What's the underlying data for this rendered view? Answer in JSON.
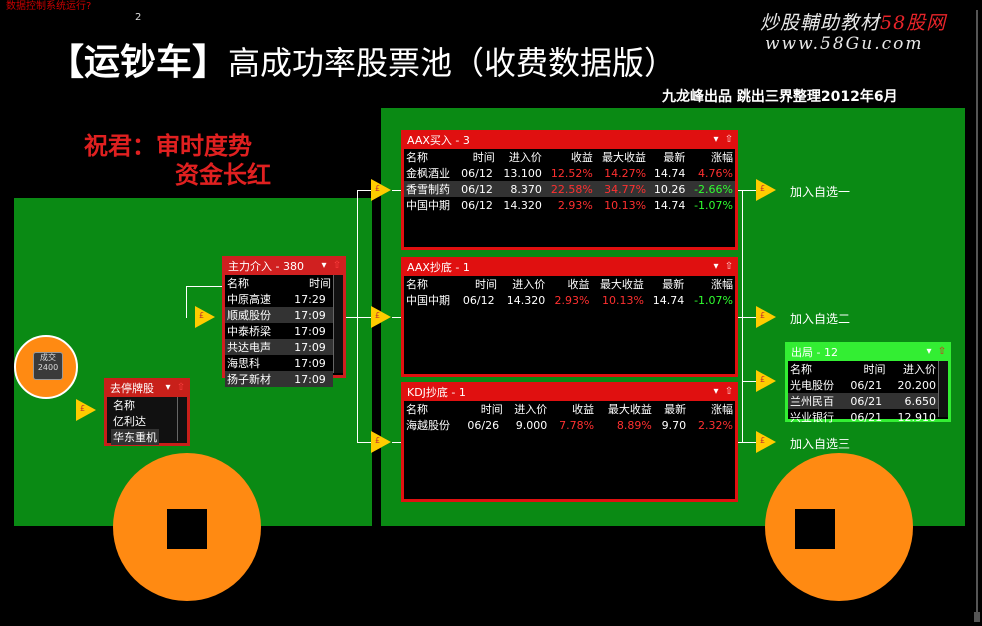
{
  "header": {
    "status_text": "数据控制系统运行?",
    "badge": "2",
    "site_name_prefix": "炒股輔助教材",
    "site_name_highlight": "58股网",
    "site_url": "www.58Gu.com",
    "title_main": "【运钞车】",
    "title_sub": "高成功率股票池（收费数据版）",
    "credit": "九龙峰出品 跳出三界整理2012年6月"
  },
  "slogan": {
    "line1": "祝君：审时度势",
    "line2": "资金长红"
  },
  "coin": {
    "label_top": "成交",
    "label_bottom": "2400"
  },
  "arrow_glyph": "£",
  "panels": {
    "remove_st": {
      "title": "去停牌股",
      "columns": [
        "名称"
      ],
      "rows": [
        [
          "亿利达"
        ],
        [
          "华东重机"
        ]
      ]
    },
    "main_force": {
      "title": "主力介入 - 380",
      "columns": [
        "名称",
        "时间"
      ],
      "rows": [
        [
          "中原高速",
          "17:29"
        ],
        [
          "顺威股份",
          "17:09"
        ],
        [
          "中泰桥梁",
          "17:09"
        ],
        [
          "共达电声",
          "17:09"
        ],
        [
          "海思科",
          "17:09"
        ],
        [
          "扬子新材",
          "17:09"
        ]
      ]
    },
    "aax_buy": {
      "title": "AAX买入 - 3",
      "columns": [
        "名称",
        "时间",
        "进入价",
        "收益",
        "最大收益",
        "最新",
        "涨幅"
      ],
      "rows": [
        [
          "金枫酒业",
          "06/12",
          "13.100",
          "12.52%",
          "14.27%",
          "14.74",
          "4.76%"
        ],
        [
          "香雪制药",
          "06/12",
          "8.370",
          "22.58%",
          "34.77%",
          "10.26",
          "-2.66%"
        ],
        [
          "中国中期",
          "06/12",
          "14.320",
          "2.93%",
          "10.13%",
          "14.74",
          "-1.07%"
        ]
      ]
    },
    "aax_bottom": {
      "title": "AAX抄底 - 1",
      "columns": [
        "名称",
        "时间",
        "进入价",
        "收益",
        "最大收益",
        "最新",
        "涨幅"
      ],
      "rows": [
        [
          "中国中期",
          "06/12",
          "14.320",
          "2.93%",
          "10.13%",
          "14.74",
          "-1.07%"
        ]
      ]
    },
    "kdj_bottom": {
      "title": "KDJ抄底 - 1",
      "columns": [
        "名称",
        "时间",
        "进入价",
        "收益",
        "最大收益",
        "最新",
        "涨幅"
      ],
      "rows": [
        [
          "海越股份",
          "06/26",
          "9.000",
          "7.78%",
          "8.89%",
          "9.70",
          "2.32%"
        ]
      ]
    },
    "exit": {
      "title": "出局 - 12",
      "columns": [
        "名称",
        "时间",
        "进入价"
      ],
      "rows": [
        [
          "光电股份",
          "06/21",
          "20.200"
        ],
        [
          "兰州民百",
          "06/21",
          "6.650"
        ],
        [
          "兴业银行",
          "06/21",
          "12.910"
        ]
      ]
    }
  },
  "add_labels": [
    "加入自选一",
    "加入自选二",
    "加入自选三"
  ],
  "colors": {
    "truck_green": "#0a8a14",
    "wheel_orange": "#ff8a12",
    "panel_red": "#e01010",
    "exit_green": "#33ee33",
    "arrow_yellow": "#ffcc00"
  }
}
